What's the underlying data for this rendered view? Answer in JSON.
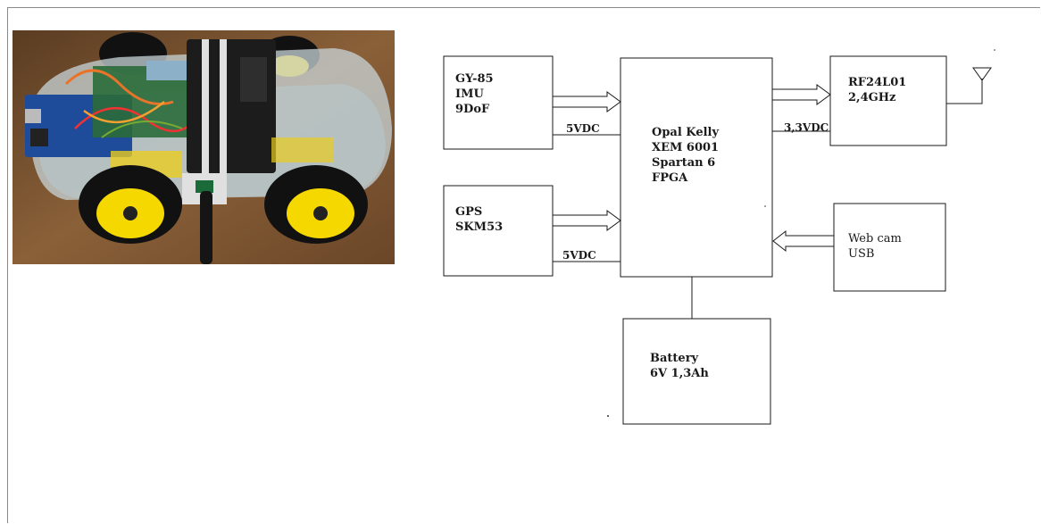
{
  "blocks": {
    "imu": {
      "lines": [
        "GY-85",
        "IMU",
        "9DoF"
      ]
    },
    "gps": {
      "lines": [
        "GPS",
        "SKM53"
      ]
    },
    "fpga": {
      "lines": [
        "Opal Kelly",
        "XEM 6001",
        "Spartan 6",
        "FPGA"
      ]
    },
    "rf": {
      "lines": [
        "RF24L01",
        "2,4GHz"
      ]
    },
    "webcam": {
      "lines": [
        "Web cam",
        "USB"
      ]
    },
    "battery": {
      "lines": [
        "Battery",
        "6V 1,3Ah"
      ]
    }
  },
  "connections": {
    "imu_voltage": "5VDC",
    "gps_voltage": "5VDC",
    "rf_voltage": "3,3VDC"
  },
  "colors": {
    "stroke": "#1a1a1a",
    "wheel": "#f5d800",
    "tire": "#111111",
    "battery": "#1c1c1c",
    "board": "#1e4c9a",
    "chassis": "#c8d4d8",
    "table": "#7a5230"
  }
}
